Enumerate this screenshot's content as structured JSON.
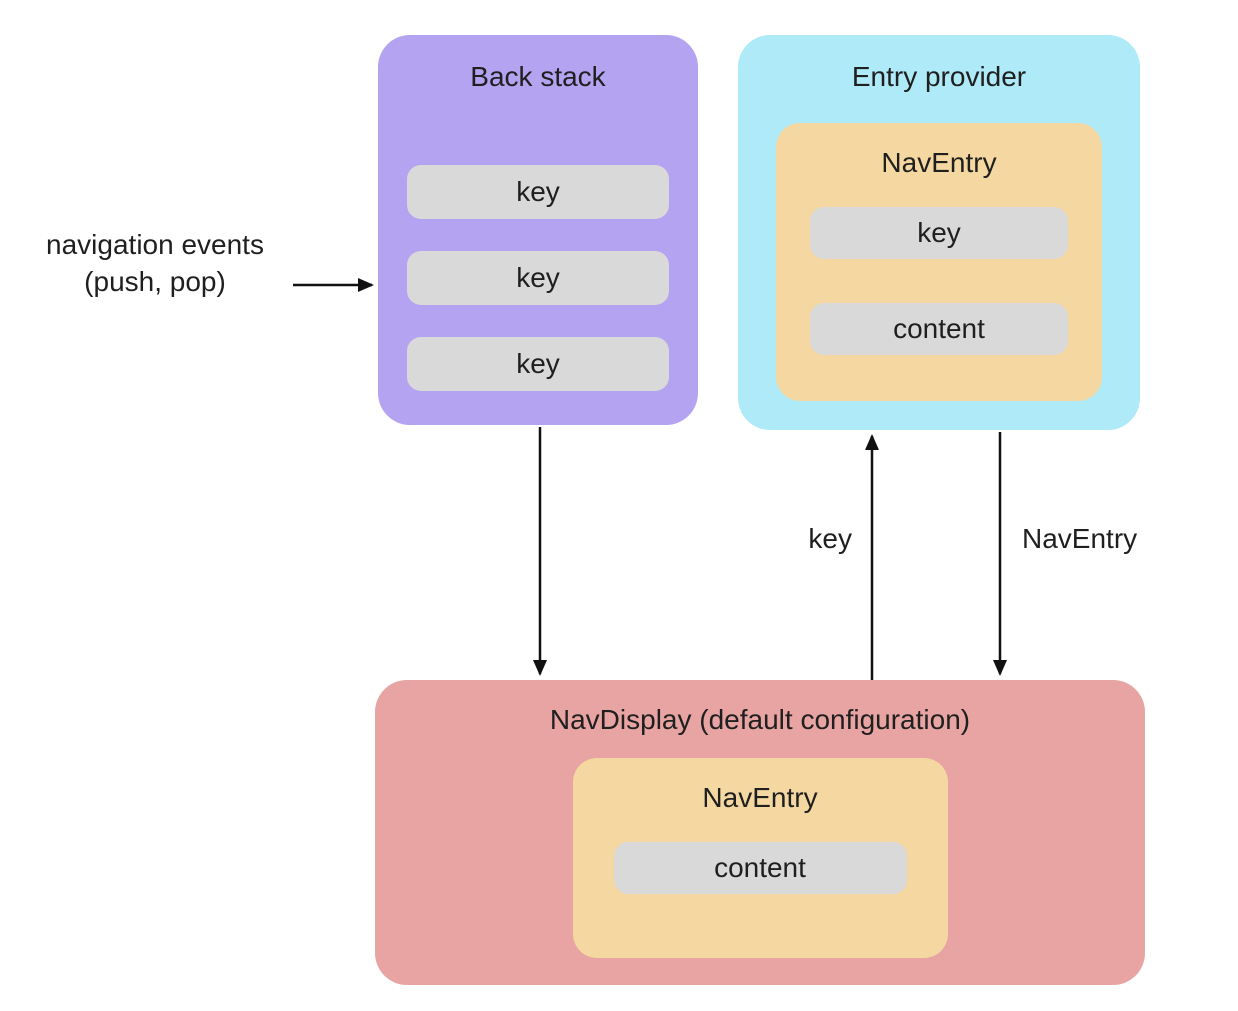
{
  "diagram": {
    "type": "architecture-diagram",
    "annotations": {
      "navigation_events_line1": "navigation events",
      "navigation_events_line2": "(push, pop)",
      "key_arrow_label": "key",
      "nav_entry_arrow_label": "NavEntry"
    },
    "back_stack": {
      "title": "Back stack",
      "keys": [
        "key",
        "key",
        "key"
      ]
    },
    "entry_provider": {
      "title": "Entry provider",
      "nav_entry": {
        "title": "NavEntry",
        "key_label": "key",
        "content_label": "content"
      }
    },
    "nav_display": {
      "title": "NavDisplay (default configuration)",
      "nav_entry": {
        "title": "NavEntry",
        "content_label": "content"
      }
    },
    "colors": {
      "back_stack": "#b3a3f1",
      "entry_provider": "#aeeaf8",
      "nav_entry": "#f5d7a1",
      "pill": "#d9d9d9",
      "nav_display": "#e8a3a3",
      "arrow": "#111111",
      "text": "#1f1f1f"
    }
  }
}
